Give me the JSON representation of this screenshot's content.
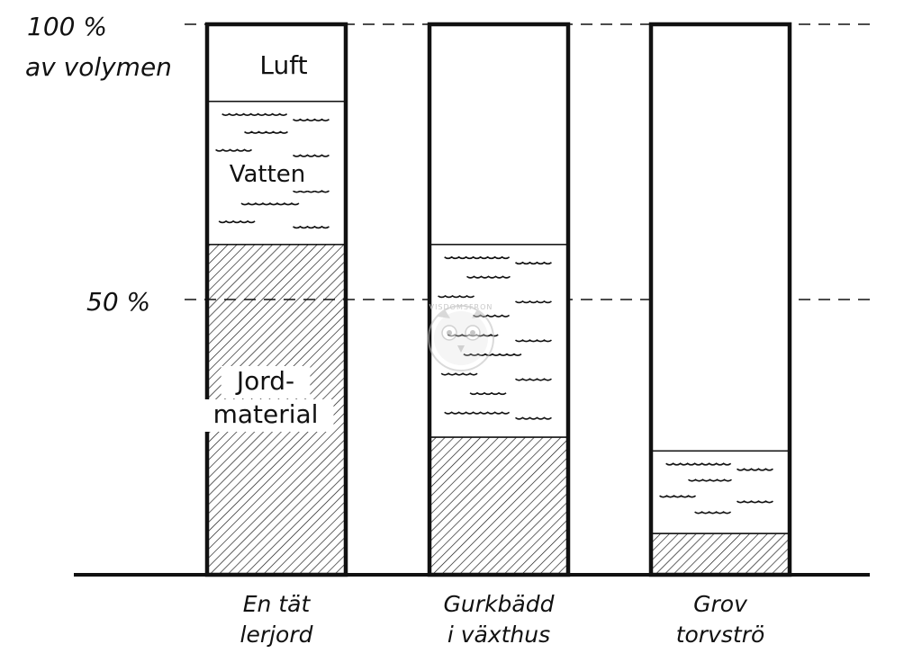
{
  "chart_data": {
    "type": "bar",
    "stacked": true,
    "percent_stacked": true,
    "categories": [
      "En tät lerjord",
      "Gurkbädd i växthus",
      "Grov torvströ"
    ],
    "category_labels": [
      [
        "En tät",
        "lerjord"
      ],
      [
        "Gurkbädd",
        "i växthus"
      ],
      [
        "Grov",
        "torvströ"
      ]
    ],
    "series": [
      {
        "name": "Jordmaterial",
        "values": [
          60,
          25,
          7.5
        ],
        "pattern": "hatch"
      },
      {
        "name": "Vatten",
        "values": [
          26,
          35,
          15
        ],
        "pattern": "waves"
      },
      {
        "name": "Luft",
        "values": [
          14,
          40,
          77.5
        ],
        "pattern": "none"
      }
    ],
    "series_labels": {
      "luft": "Luft",
      "vatten": "Vatten",
      "jord_line1": "Jord-",
      "jord_line2": "material"
    },
    "y_ticks": [
      {
        "value": 100,
        "label": "100 %"
      },
      {
        "value": 50,
        "label": "50 %"
      }
    ],
    "ylabel": "av volymen",
    "ylim": [
      0,
      100
    ],
    "grid": "dashed at 50 and 100",
    "legend": "none",
    "watermark": "VISDOMSFRON"
  },
  "colors": {
    "ink": "#111111",
    "background": "#ffffff",
    "watermark": "#c8c8c8"
  }
}
